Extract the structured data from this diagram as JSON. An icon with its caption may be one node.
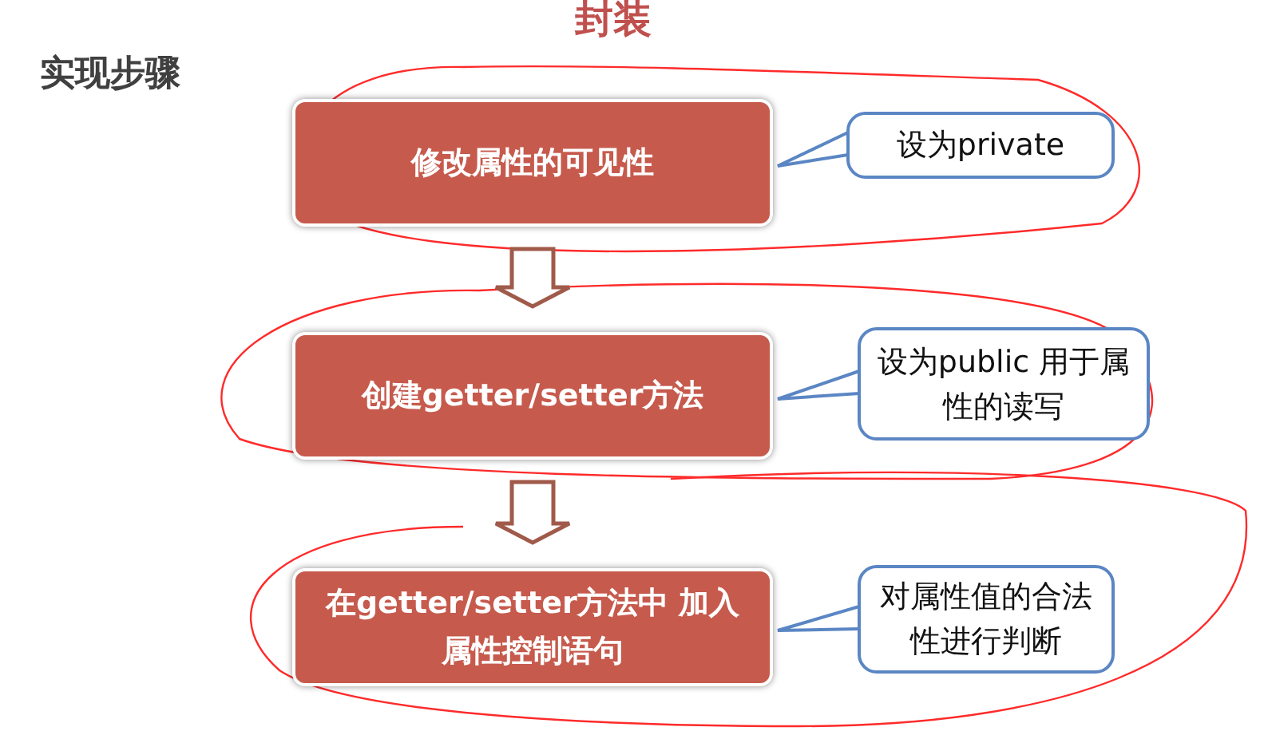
{
  "diagram": {
    "title": "封装",
    "nodes": [
      {
        "text": [
          "修改属性的可见性"
        ]
      },
      {
        "text": [
          "设为private"
        ]
      },
      {
        "text": [
          "创建getter/setter方法"
        ]
      },
      {
        "text": [
          "设为public 用于属性的读写"
        ]
      },
      {
        "text": [
          "在getter/setter方法中 加入属性控制语句"
        ]
      },
      {
        "text": [
          "对属性值的合法性进行判断"
        ]
      }
    ],
    "edges": [
      {
        "from": 0,
        "to": 2,
        "arrow": "to"
      },
      {
        "from": 2,
        "to": 4,
        "arrow": "to"
      },
      {
        "from": 1,
        "to": 0,
        "arrow": "none"
      },
      {
        "from": 3,
        "to": 2,
        "arrow": "none"
      },
      {
        "from": 5,
        "to": 4,
        "arrow": "none"
      }
    ],
    "labels": [
      "实现步骤"
    ]
  }
}
